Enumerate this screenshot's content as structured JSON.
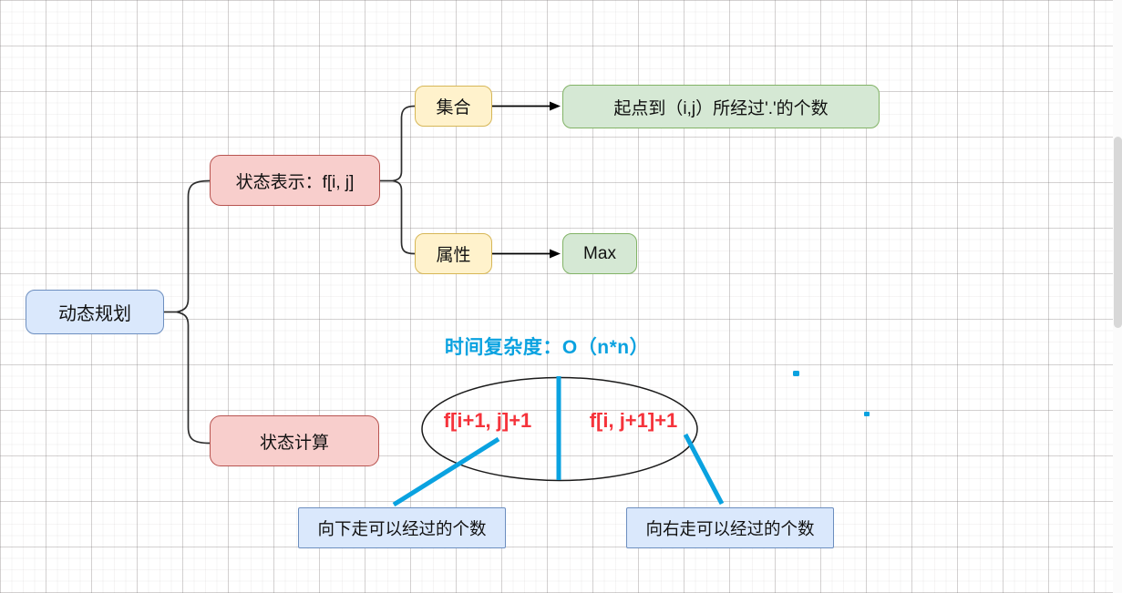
{
  "canvas": {
    "colors": {
      "blue_fill": "#dae8fc",
      "blue_stroke": "#6c8ebf",
      "pink_fill": "#f8cecc",
      "pink_stroke": "#b85450",
      "yellow_fill": "#fff2cc",
      "yellow_stroke": "#d6b656",
      "green_fill": "#d5e8d4",
      "green_stroke": "#82b366",
      "accent_blue": "#0aa2e0",
      "accent_red": "#f5333b",
      "connector": "#000000"
    },
    "nodes": {
      "root": {
        "label": "动态规划"
      },
      "state_repr": {
        "label": "状态表示：f[i, j]"
      },
      "set": {
        "label": "集合"
      },
      "set_desc": {
        "label": "起点到（i,j）所经过'.'的个数"
      },
      "attr": {
        "label": "属性"
      },
      "attr_value": {
        "label": "Max"
      },
      "state_calc": {
        "label": "状态计算"
      },
      "complexity": {
        "label": "时间复杂度：O（n*n）"
      },
      "formula_left": {
        "label": "f[i+1, j]+1"
      },
      "formula_right": {
        "label": "f[i, j+1]+1"
      },
      "down_note": {
        "label": "向下走可以经过的个数"
      },
      "right_note": {
        "label": "向右走可以经过的个数"
      }
    }
  }
}
